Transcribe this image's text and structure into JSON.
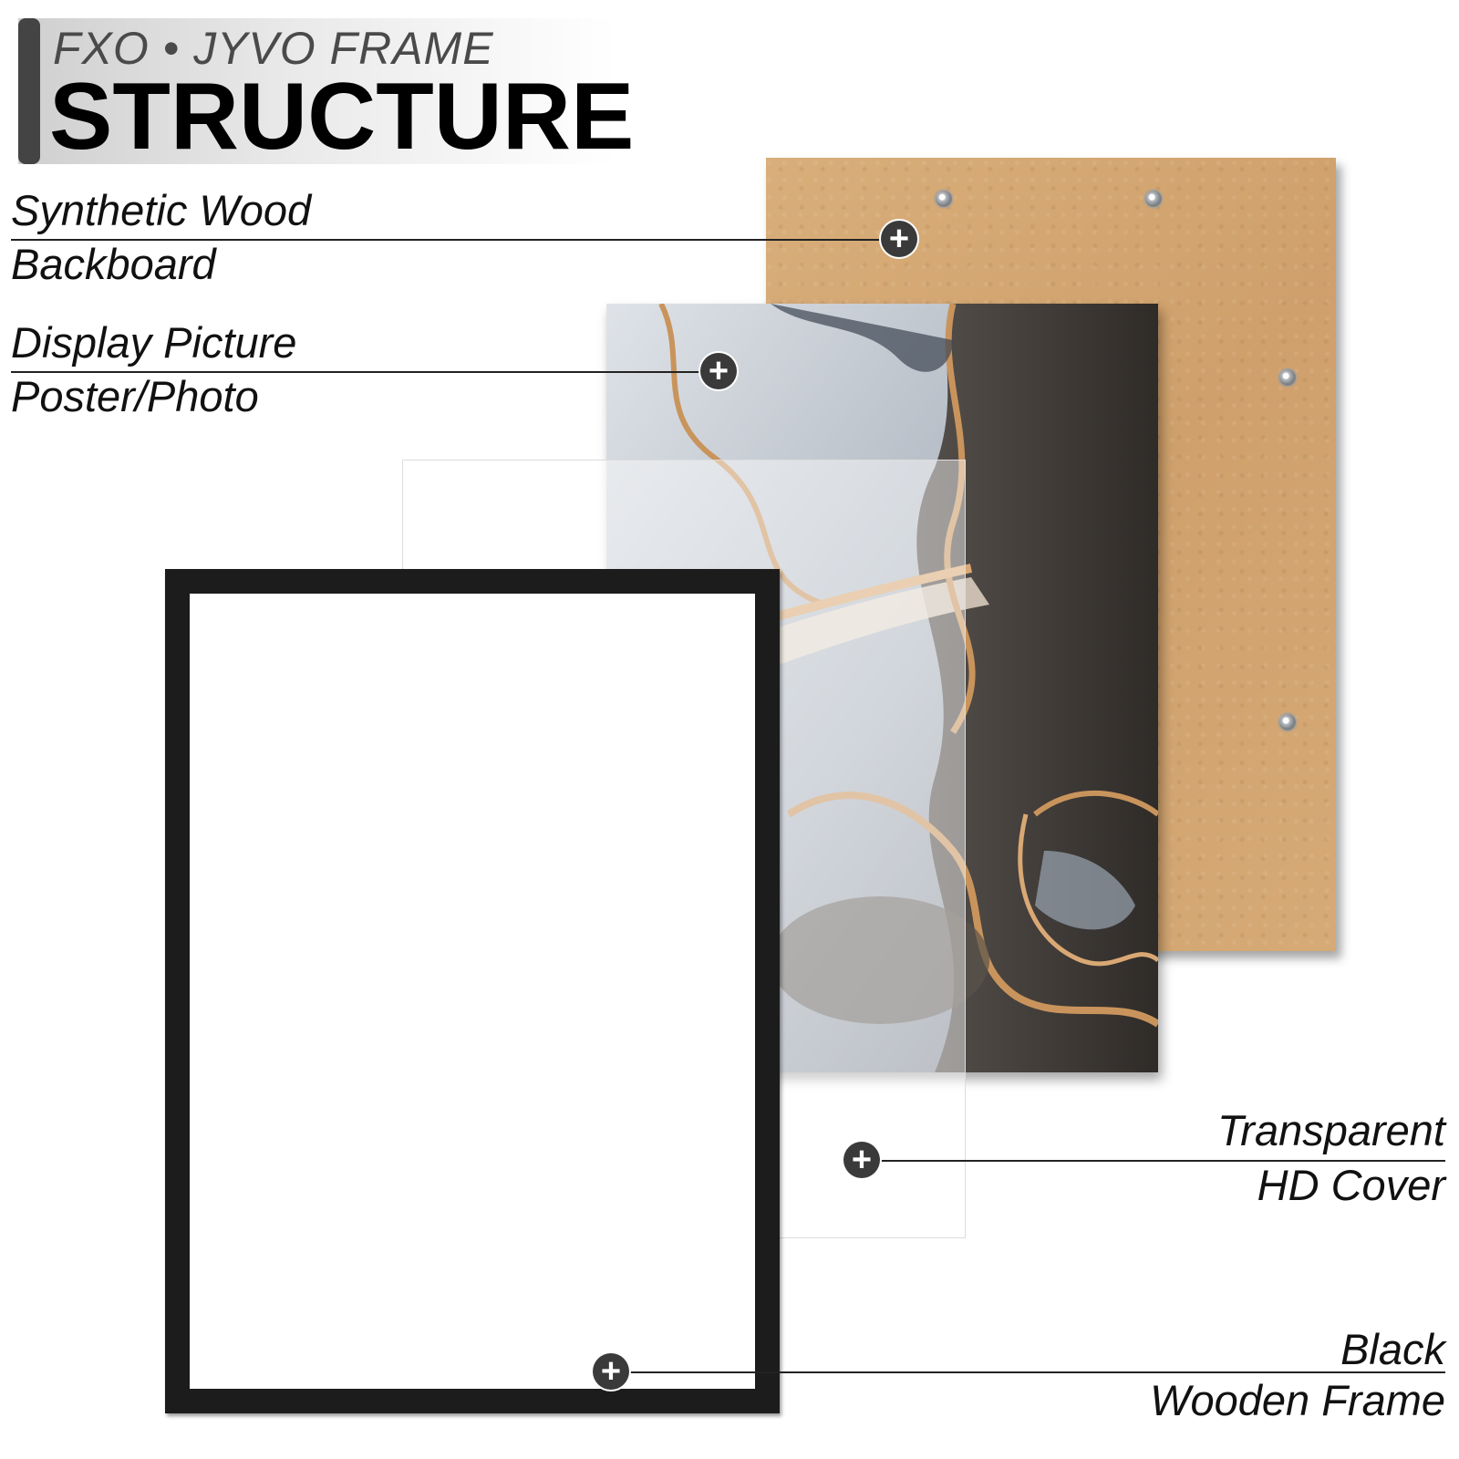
{
  "header": {
    "subtitle": "FXO • JYVO FRAME",
    "title": "STRUCTURE"
  },
  "labels": {
    "backboard": {
      "line1": "Synthetic Wood",
      "line2": "Backboard"
    },
    "picture": {
      "line1": "Display Picture",
      "line2": "Poster/Photo"
    },
    "cover": {
      "line1": "Transparent",
      "line2": "HD Cover"
    },
    "frame": {
      "line1": "Black",
      "line2": "Wooden Frame"
    }
  },
  "marker_glyph": "+",
  "colors": {
    "backboard": "#d4a874",
    "frame": "#1c1c1c",
    "marker": "#3a3a3a",
    "gold_accent": "#c9945c"
  },
  "icons": [
    "plus-marker-icon",
    "screw-icon"
  ]
}
